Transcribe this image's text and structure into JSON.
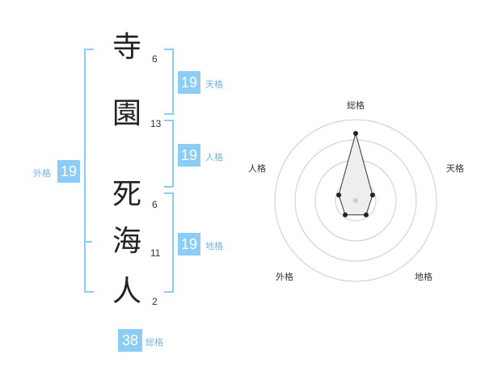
{
  "surname": [
    {
      "char": "寺",
      "strokes": "6"
    },
    {
      "char": "園",
      "strokes": "13"
    }
  ],
  "given_name": [
    {
      "char": "死",
      "strokes": "6"
    },
    {
      "char": "海",
      "strokes": "11"
    },
    {
      "char": "人",
      "strokes": "2"
    }
  ],
  "fortunes": {
    "tenkaku": {
      "label": "天格",
      "value": "19"
    },
    "jinkaku": {
      "label": "人格",
      "value": "19"
    },
    "chikaku": {
      "label": "地格",
      "value": "19"
    },
    "gaikaku": {
      "label": "外格",
      "value": "19"
    },
    "soukaku": {
      "label": "総格",
      "value": "38"
    }
  },
  "radar": {
    "axes": [
      "総格",
      "天格",
      "地格",
      "外格",
      "人格"
    ],
    "levels": 4,
    "values_fraction": [
      0.83,
      0.22,
      0.22,
      0.22,
      0.22
    ]
  },
  "colors": {
    "accent": "#8ccdf5",
    "accent_text": "#6fb8e8",
    "grid": "#cccccc",
    "polygon_fill": "#eeeeee"
  }
}
